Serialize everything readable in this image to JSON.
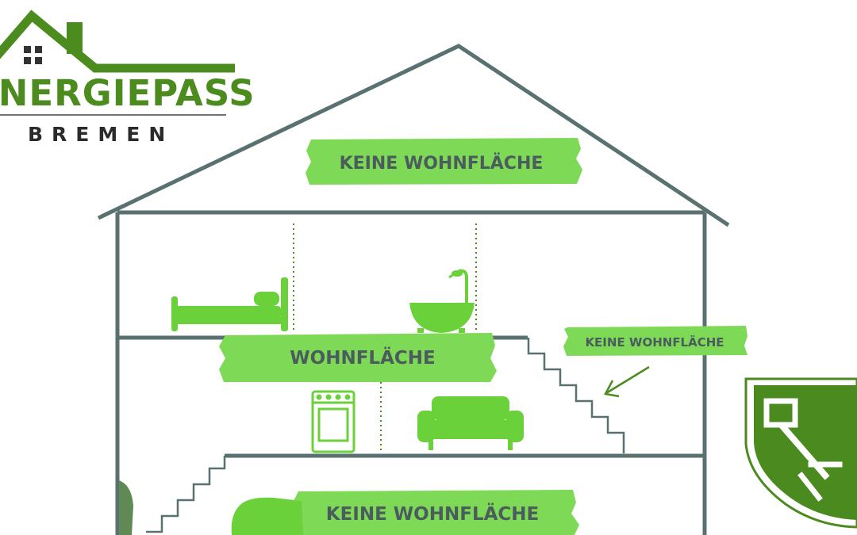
{
  "logo": {
    "title": "ENERGIEPASS",
    "subtitle": "BREMEN"
  },
  "labels": {
    "attic": "KEINE WOHNFLÄCHE",
    "middle": "WOHNFLÄCHE",
    "stairs": "KEINE WOHNFLÄCHE",
    "basement": "KEINE WOHNFLÄCHE"
  },
  "colors": {
    "brand_green": "#4c8c1f",
    "bright_green": "#7ed957",
    "outline": "#597171",
    "label_text": "#4a5c5c",
    "crest_green": "#4a8a1e"
  },
  "icons": [
    "house-logo-icon",
    "bed-icon",
    "bathtub-icon",
    "oven-icon",
    "sofa-icon",
    "bremen-crest-icon",
    "arrow-icon"
  ]
}
